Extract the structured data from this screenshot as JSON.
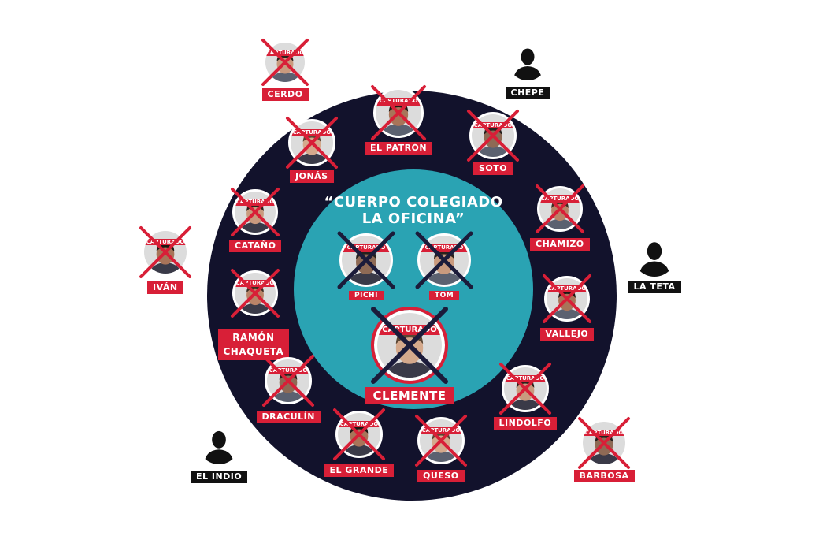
{
  "diagram": {
    "inner_title_line1": "“CUERPO COLEGIADO",
    "inner_title_line2": "LA OFICINA”",
    "captured_tag": "CAPTURADO",
    "colors": {
      "outer_ring": "#12122c",
      "inner_circle": "#2aa3b3",
      "label_red": "#d81f37",
      "label_black": "#111111",
      "x_mark_red": "#d81f37",
      "x_mark_dark": "#1b1b3a"
    },
    "members": [
      {
        "id": "cerdo",
        "name": "CERDO",
        "captured": true
      },
      {
        "id": "chepe",
        "name": "CHEPE",
        "captured": false
      },
      {
        "id": "el-patron",
        "name": "EL PATRÓN",
        "captured": true
      },
      {
        "id": "jonas",
        "name": "JONÁS",
        "captured": true
      },
      {
        "id": "soto",
        "name": "SOTO",
        "captured": true
      },
      {
        "id": "catano",
        "name": "CATAÑO",
        "captured": true
      },
      {
        "id": "chamizo",
        "name": "CHAMIZO",
        "captured": true
      },
      {
        "id": "ivan",
        "name": "IVÁN",
        "captured": true
      },
      {
        "id": "la-teta",
        "name": "LA TETA",
        "captured": false
      },
      {
        "id": "pichi",
        "name": "PICHI",
        "captured": true
      },
      {
        "id": "tom",
        "name": "TOM",
        "captured": true
      },
      {
        "id": "ramon-chaqueta",
        "name_line1": "RAMÓN",
        "name_line2": "CHAQUETA",
        "captured": true
      },
      {
        "id": "vallejo",
        "name": "VALLEJO",
        "captured": true
      },
      {
        "id": "clemente",
        "name": "CLEMENTE",
        "captured": true
      },
      {
        "id": "draculin",
        "name": "DRACULÍN",
        "captured": true
      },
      {
        "id": "lindolfo",
        "name": "LINDOLFO",
        "captured": true
      },
      {
        "id": "el-indio",
        "name": "EL INDIO",
        "captured": false
      },
      {
        "id": "el-grande",
        "name": "EL GRANDE",
        "captured": true
      },
      {
        "id": "queso",
        "name": "QUESO",
        "captured": true
      },
      {
        "id": "barbosa",
        "name": "BARBOSA",
        "captured": true
      }
    ]
  }
}
